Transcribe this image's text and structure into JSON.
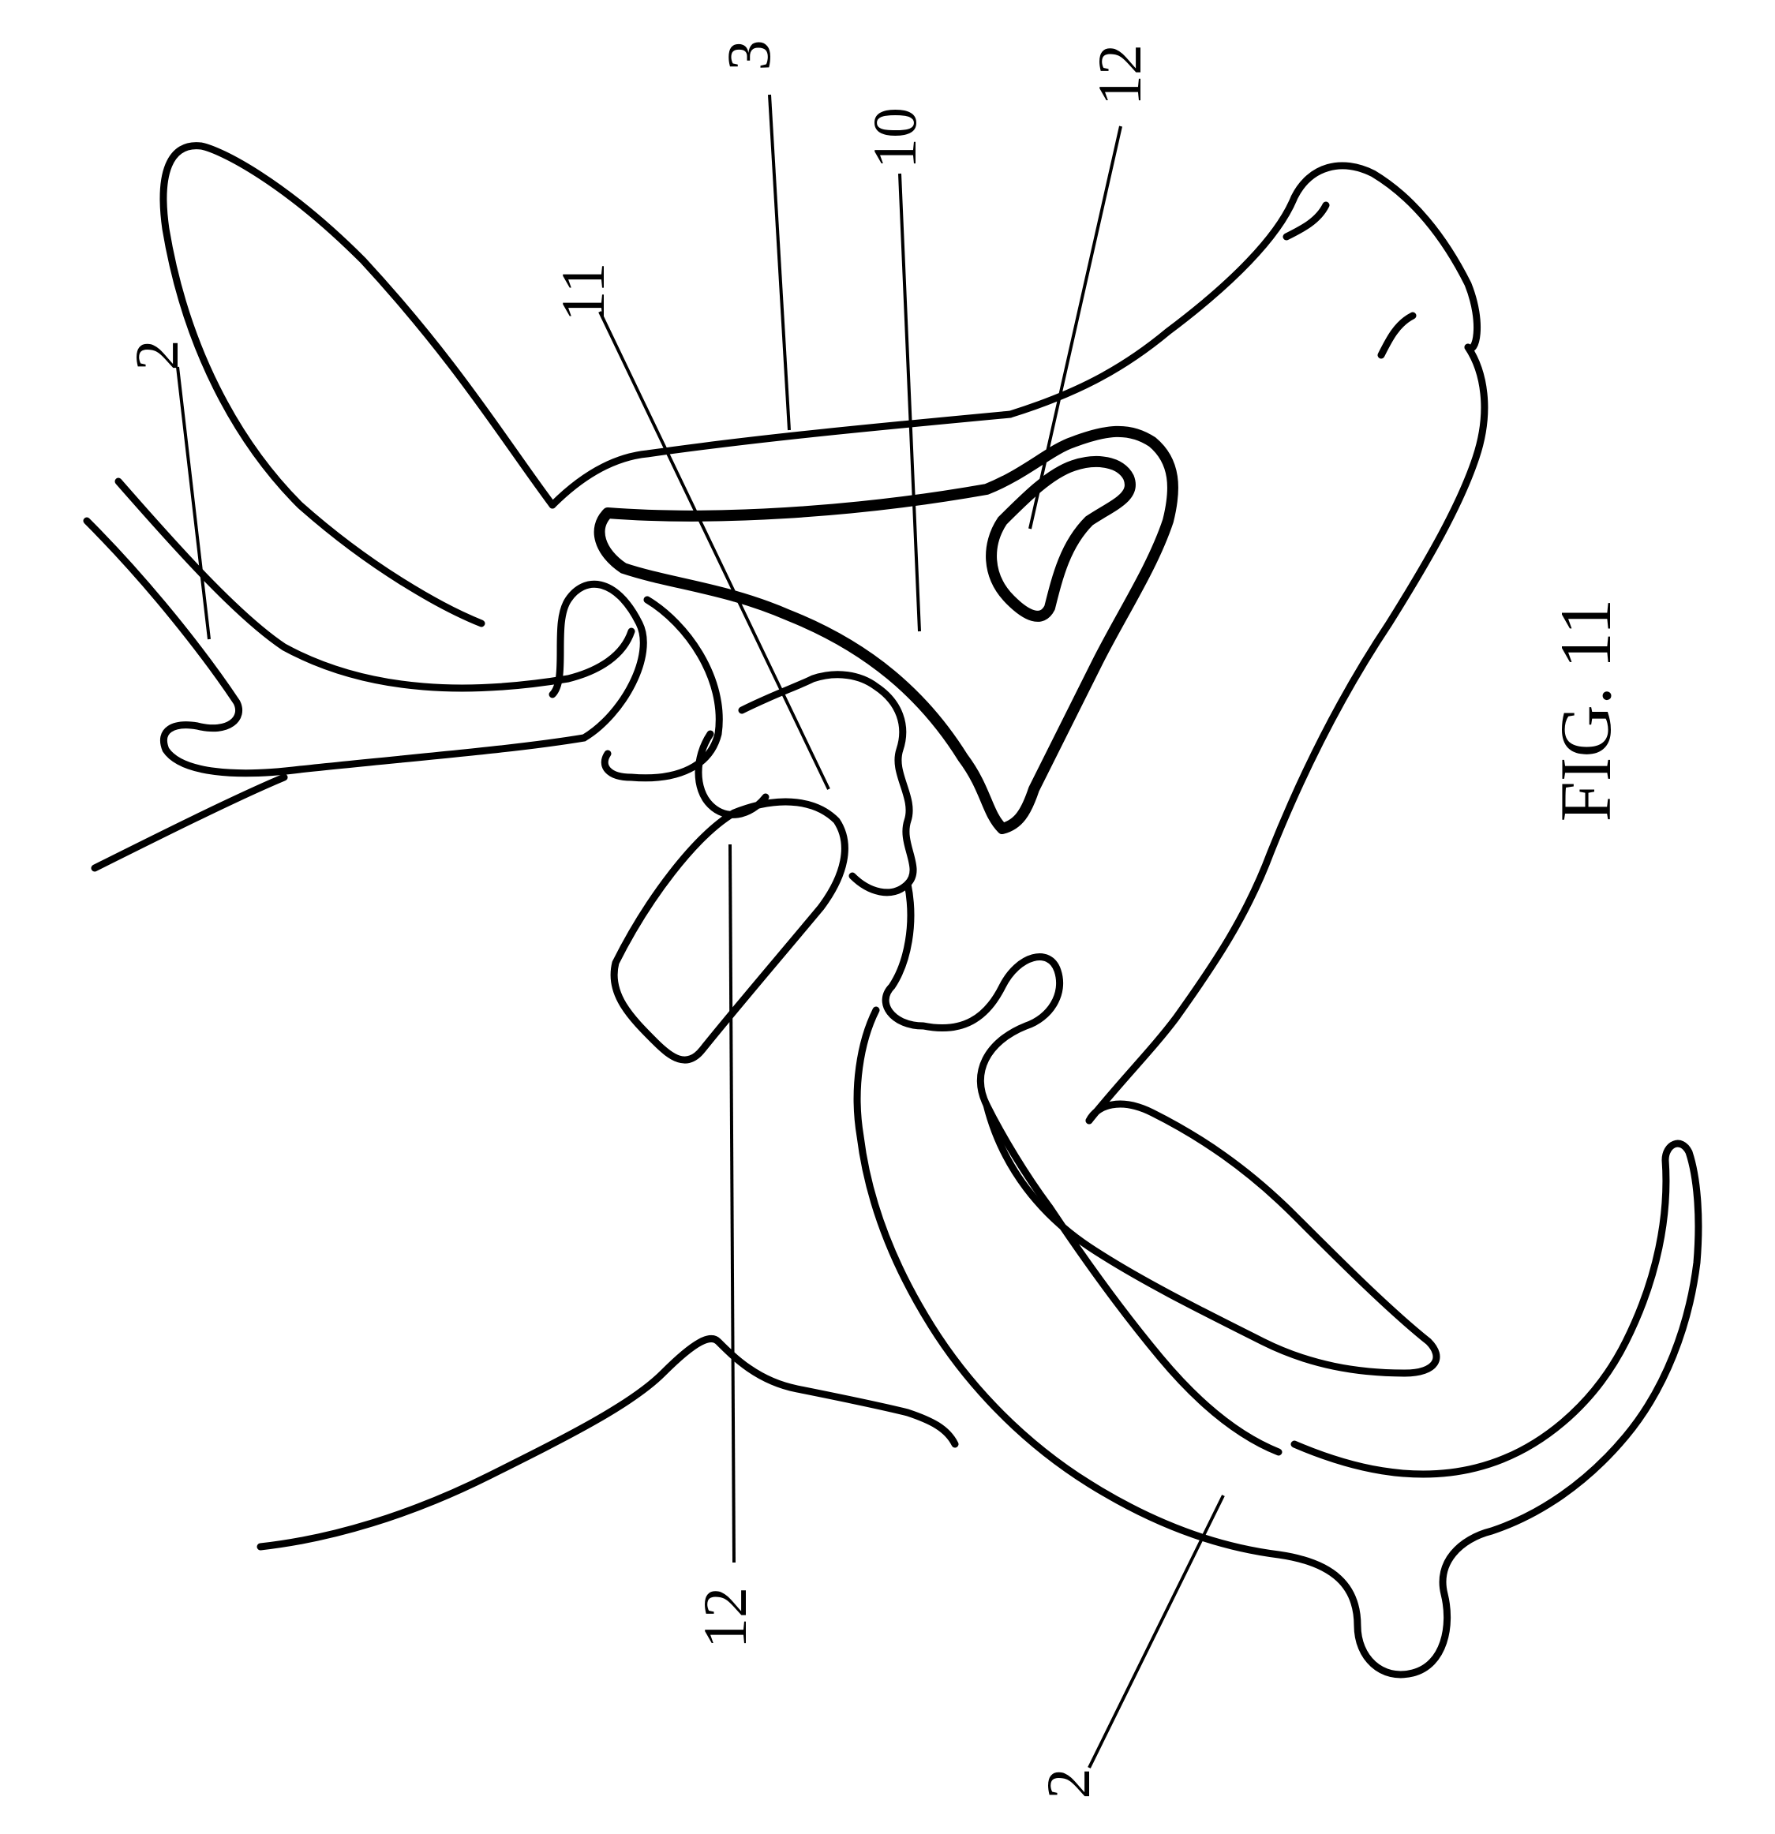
{
  "figure": {
    "caption": "FIG. 11",
    "colors": {
      "ink": "#000000",
      "paper": "#ffffff"
    },
    "reference_numerals": [
      {
        "id": "ref-2-upper",
        "text": "2"
      },
      {
        "id": "ref-2-lower",
        "text": "2"
      },
      {
        "id": "ref-3",
        "text": "3"
      },
      {
        "id": "ref-10",
        "text": "10"
      },
      {
        "id": "ref-11",
        "text": "11"
      },
      {
        "id": "ref-12-upper",
        "text": "12"
      },
      {
        "id": "ref-12-lower",
        "text": "12"
      }
    ]
  }
}
